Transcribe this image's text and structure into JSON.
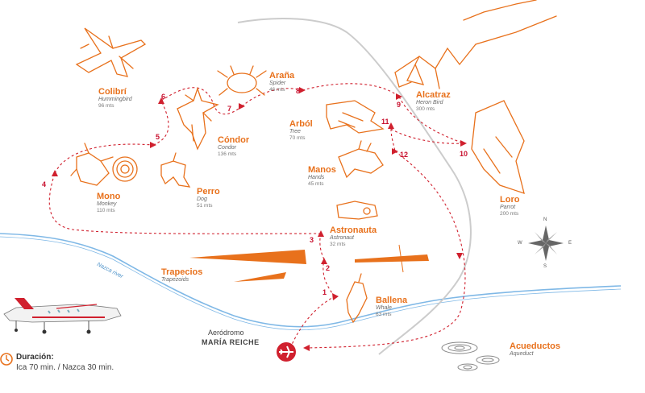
{
  "title": "",
  "figures": [
    {
      "id": "colibri",
      "name": "Colibrí",
      "en": "Hummingbird",
      "size": "96 mts"
    },
    {
      "id": "condor",
      "name": "Cóndor",
      "en": "Condor",
      "size": "136 mts"
    },
    {
      "id": "arana",
      "name": "Araña",
      "en": "Spider",
      "size": "46 mts"
    },
    {
      "id": "alcatraz",
      "name": "Alcatraz",
      "en": "Heron Bird",
      "size": "300 mts"
    },
    {
      "id": "arbol",
      "name": "Arból",
      "en": "Tree",
      "size": "70 mts"
    },
    {
      "id": "manos",
      "name": "Manos",
      "en": "Hands",
      "size": "45 mts"
    },
    {
      "id": "mono",
      "name": "Mono",
      "en": "Monkey",
      "size": "110 mts"
    },
    {
      "id": "perro",
      "name": "Perro",
      "en": "Dog",
      "size": "51 mts"
    },
    {
      "id": "loro",
      "name": "Loro",
      "en": "Parrot",
      "size": "200 mts"
    },
    {
      "id": "astronauta",
      "name": "Astronauta",
      "en": "Astronaut",
      "size": "32 mts"
    },
    {
      "id": "trapecios",
      "name": "Trapecios",
      "en": "Trapezoids",
      "size": ""
    },
    {
      "id": "ballena",
      "name": "Ballena",
      "en": "Whale",
      "size": "63 mts"
    },
    {
      "id": "acueductos",
      "name": "Acueductos",
      "en": "Aqueduct",
      "size": ""
    }
  ],
  "route_numbers": [
    "1",
    "2",
    "3",
    "4",
    "5",
    "6",
    "7",
    "8",
    "9",
    "10",
    "11",
    "12"
  ],
  "river_label": "Nazca river",
  "airport": {
    "line1": "Aeródromo",
    "line2": "MARÍA REICHE"
  },
  "compass": {
    "n": "N",
    "s": "S",
    "e": "E",
    "w": "W"
  },
  "duration": {
    "title": "Duración:",
    "text": "Ica 70 min. / Nazca 30 min."
  },
  "colors": {
    "figure": "#e8711c",
    "route": "#c8102e",
    "river": "#5aa0d8",
    "road": "#c8c8c8",
    "text_gray": "#6a6a6a"
  },
  "icons": [
    "airplane-icon",
    "airport-icon",
    "compass-icon",
    "clock-icon",
    "arrow-icon"
  ]
}
